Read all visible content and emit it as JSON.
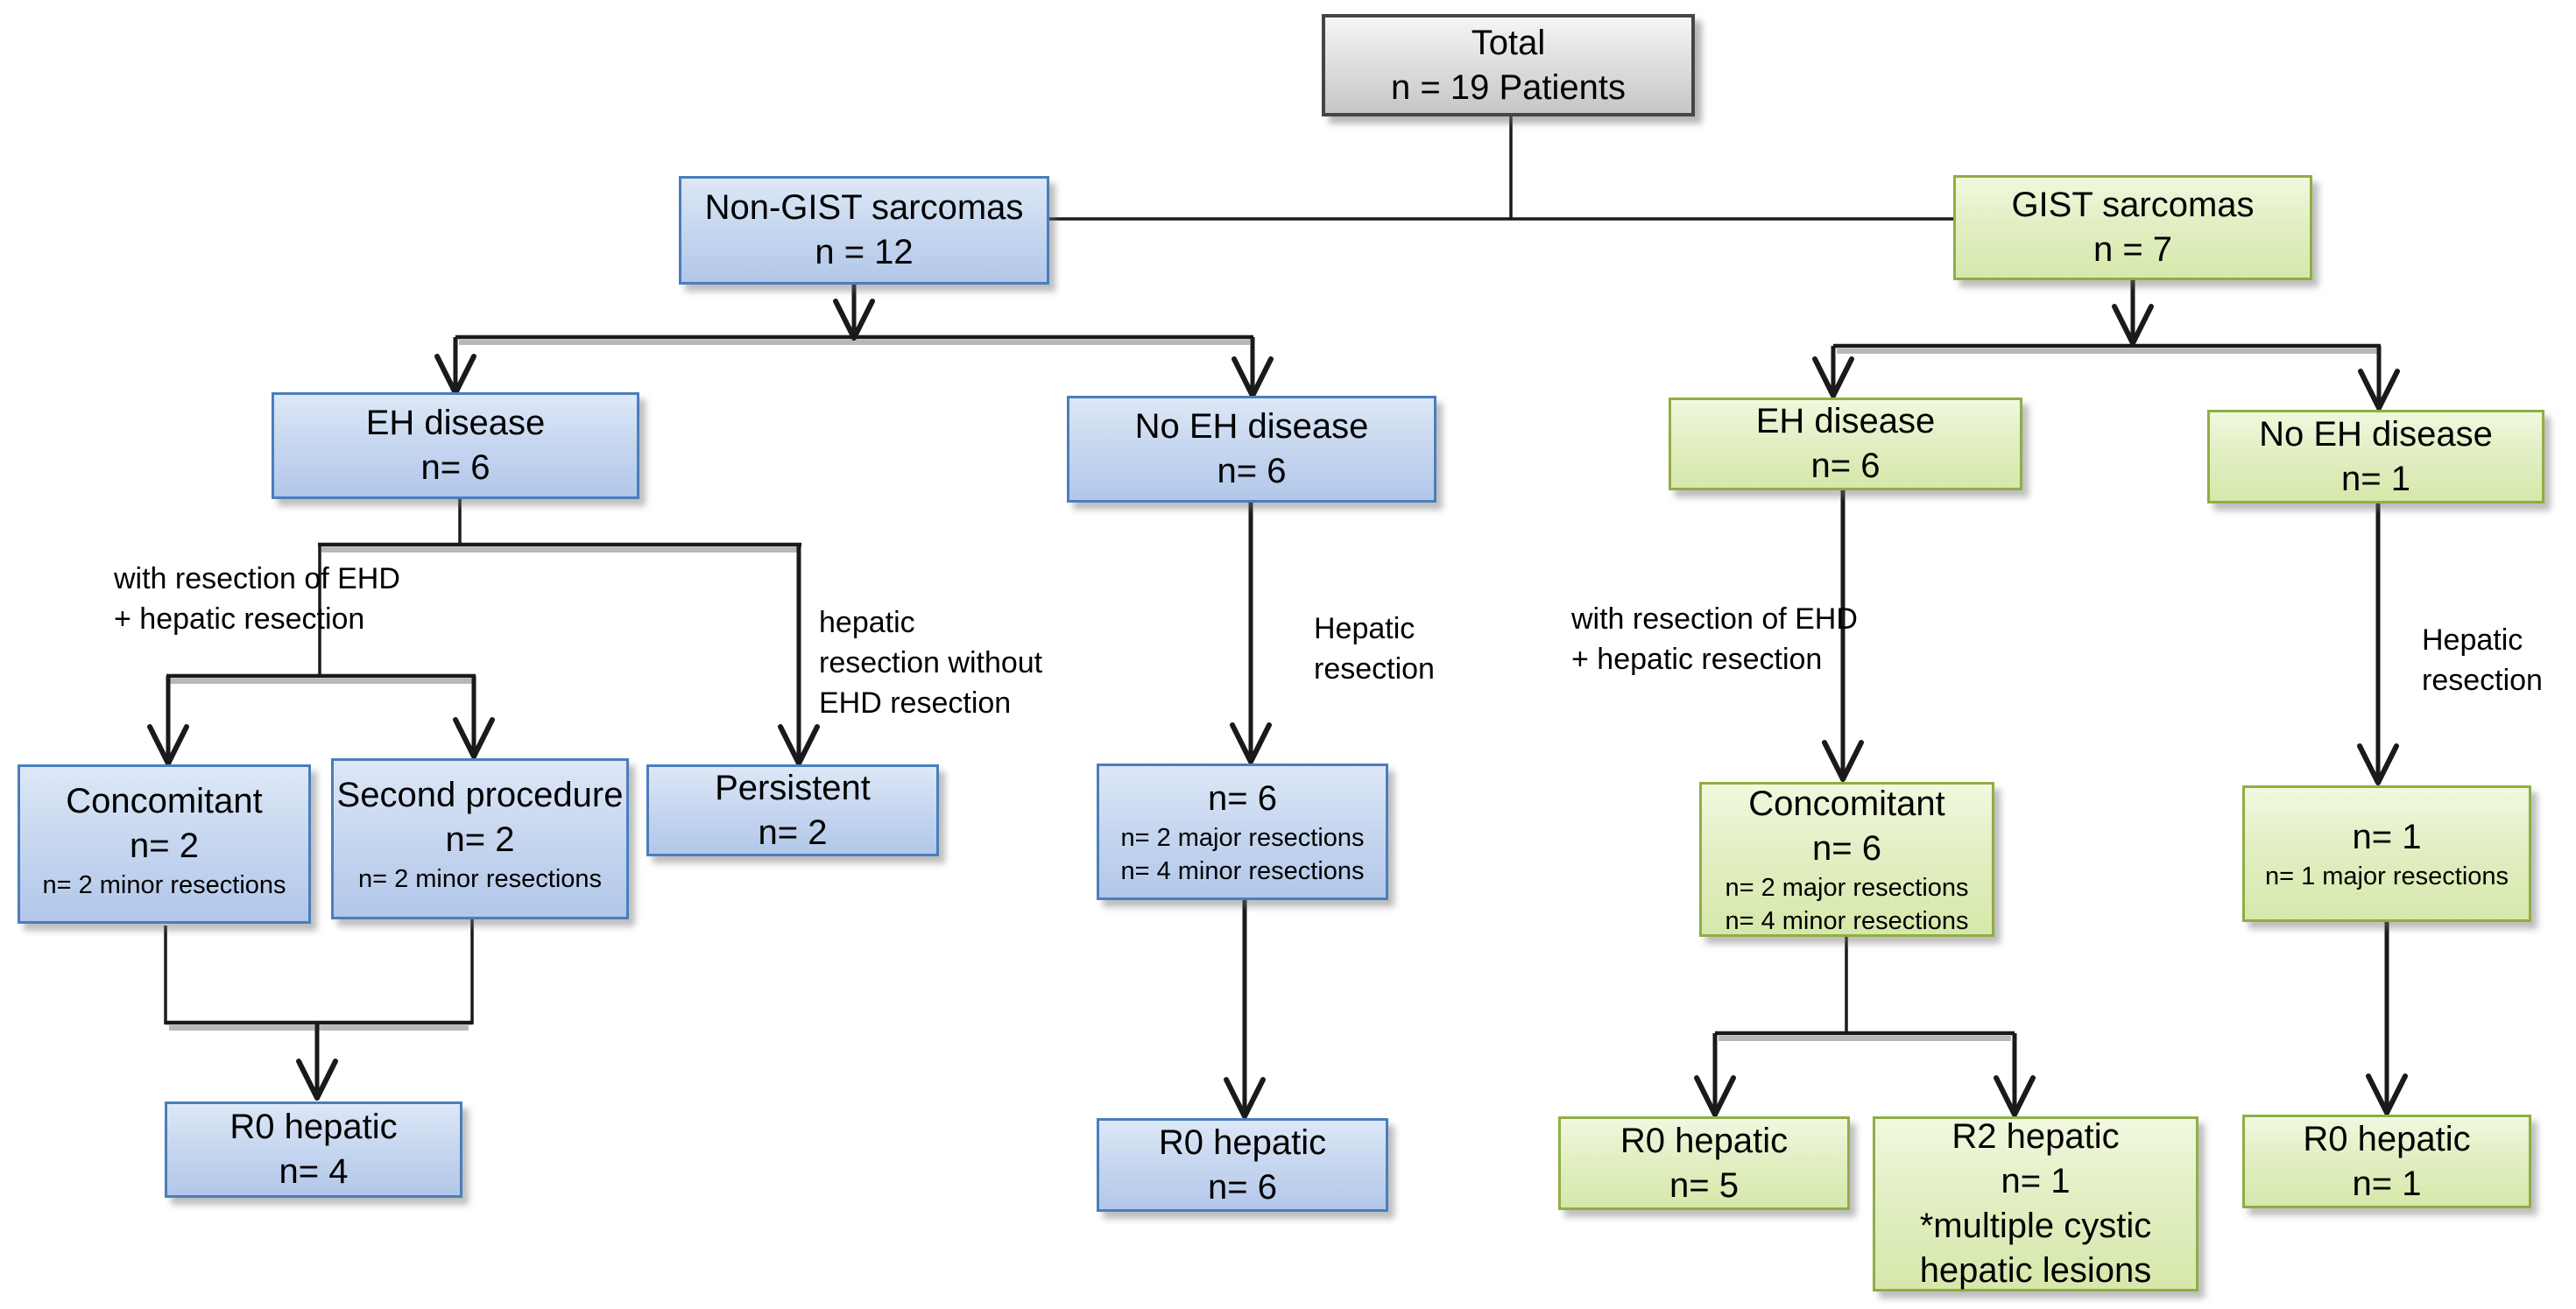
{
  "figure": {
    "type": "patient-flow-diagram",
    "colors": {
      "blue_fill_top": "#dde8f7",
      "blue_fill_bottom": "#b2c7e9",
      "blue_border": "#4a7ebc",
      "green_fill_top": "#f1f8de",
      "green_fill_bottom": "#d6e8ab",
      "green_border": "#8fae44",
      "gray_fill_top": "#f5f5f5",
      "gray_fill_bottom": "#c6c6c6",
      "gray_border": "#454545",
      "line": "#1a1a1a"
    }
  },
  "boxes": {
    "total": {
      "l1": "Total",
      "l2": "n = 19 Patients"
    },
    "non_gist": {
      "l1": "Non-GIST sarcomas",
      "l2": "n = 12"
    },
    "gist": {
      "l1": "GIST sarcomas",
      "l2": "n = 7"
    },
    "eh_non_gist": {
      "l1": "EH disease",
      "l2": "n= 6"
    },
    "no_eh_non_gist": {
      "l1": "No EH disease",
      "l2": "n= 6"
    },
    "eh_gist": {
      "l1": "EH disease",
      "l2": "n= 6"
    },
    "no_eh_gist": {
      "l1": "No EH disease",
      "l2": "n= 1"
    },
    "concomitant_non_gist": {
      "l1": "Concomitant",
      "l2": "n= 2",
      "l3": "n= 2 minor resections"
    },
    "second_procedure": {
      "l1": "Second procedure",
      "l2": "n= 2",
      "l3": "n= 2 minor resections"
    },
    "persistent": {
      "l1": "Persistent",
      "l2": "n= 2"
    },
    "hepatic_n6": {
      "l1": "n= 6",
      "l2": "n= 2 major resections",
      "l3": "n= 4 minor resections"
    },
    "concomitant_gist": {
      "l1": "Concomitant",
      "l2": "n= 6",
      "l3": "n= 2 major resections",
      "l4": "n= 4 minor resections"
    },
    "hepatic_n1": {
      "l1": "n= 1",
      "l2": "n= 1 major resections"
    },
    "r0_hepatic_n4": {
      "l1": "R0 hepatic",
      "l2": "n= 4"
    },
    "r0_hepatic_n6": {
      "l1": "R0 hepatic",
      "l2": "n= 6"
    },
    "r0_hepatic_n5": {
      "l1": "R0 hepatic",
      "l2": "n= 5"
    },
    "r2_hepatic_n1": {
      "l1": "R2 hepatic",
      "l2": "n= 1",
      "l3": "*multiple cystic",
      "l4": "hepatic lesions"
    },
    "r0_hepatic_n1": {
      "l1": "R0 hepatic",
      "l2": "n= 1"
    }
  },
  "labels": {
    "with_resection_non_gist": {
      "l1": "with resection of EHD",
      "l2": "+ hepatic resection"
    },
    "hepatic_without_ehd": {
      "l1": "hepatic",
      "l2": "resection without",
      "l3": "EHD resection"
    },
    "hepatic_resection_mid": {
      "l1": "Hepatic",
      "l2": "resection"
    },
    "with_resection_gist": {
      "l1": "with resection of EHD",
      "l2": "+ hepatic resection"
    },
    "hepatic_resection_right": {
      "l1": "Hepatic",
      "l2": "resection"
    }
  }
}
